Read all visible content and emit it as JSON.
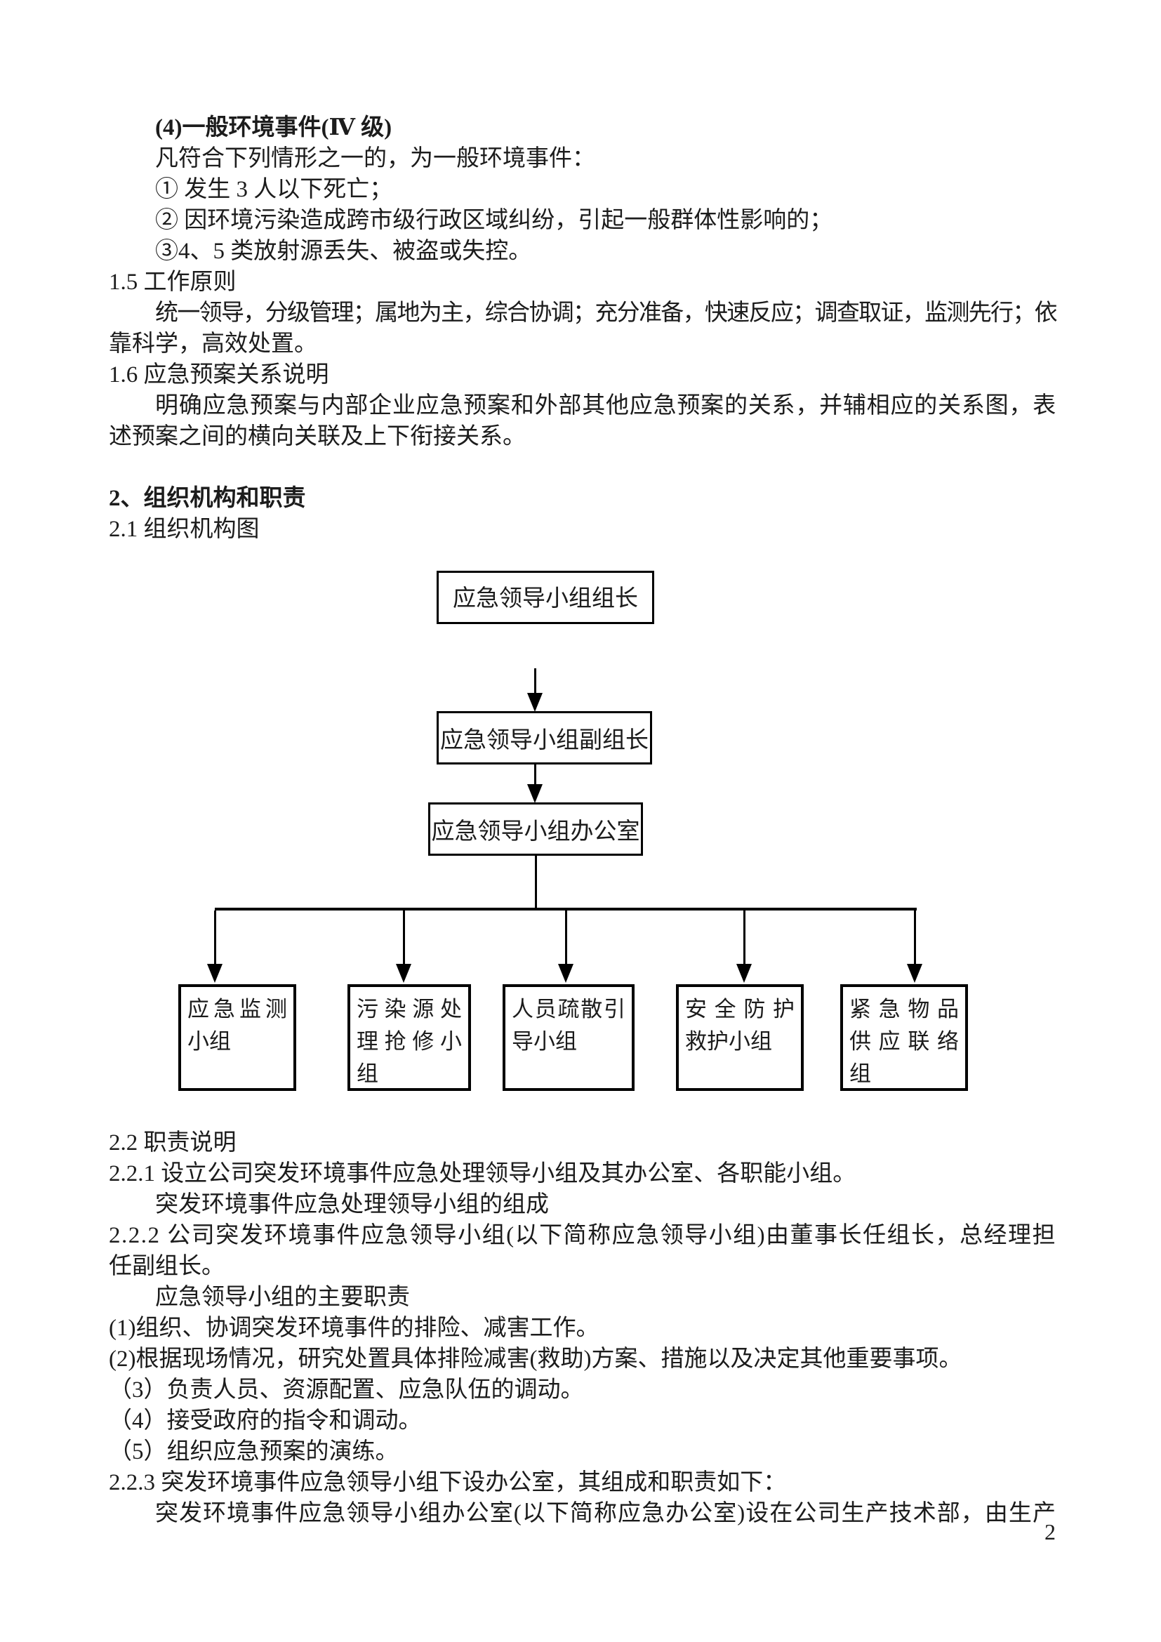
{
  "page": {
    "background": "#ffffff",
    "text_color": "#1c1c1c",
    "page_number": "2"
  },
  "text_top": {
    "lines": [
      {
        "text": "(4)一般环境事件(Ⅳ 级)",
        "cls": "indent bold"
      },
      {
        "text": "凡符合下列情形之一的，为一般环境事件：",
        "cls": "indent"
      },
      {
        "text": "① 发生 3 人以下死亡；",
        "cls": "indent"
      },
      {
        "text": "② 因环境污染造成跨市级行政区域纠纷，引起一般群体性影响的；",
        "cls": "indent"
      },
      {
        "text": "③4、5 类放射源丢失、被盗或失控。",
        "cls": "indent"
      },
      {
        "text": "1.5 工作原则",
        "cls": ""
      },
      {
        "text": "统一领导，分级管理；属地为主，综合协调；充分准备，快速反应；调查取证，监测先行；依",
        "cls": "indent fill"
      },
      {
        "text": "靠科学，高效处置。",
        "cls": ""
      },
      {
        "text": "1.6 应急预案关系说明",
        "cls": ""
      },
      {
        "text": "明确应急预案与内部企业应急预案和外部其他应急预案的关系，并辅相应的关系图，表",
        "cls": "indent fill"
      },
      {
        "text": "述预案之间的横向关联及上下衔接关系。",
        "cls": ""
      },
      {
        "text": "",
        "cls": "blank"
      },
      {
        "text": "2、组织机构和职责",
        "cls": "bold"
      },
      {
        "text": "2.1 组织机构图",
        "cls": ""
      }
    ]
  },
  "text_bottom": {
    "lines": [
      {
        "text": "2.2 职责说明",
        "cls": ""
      },
      {
        "text": "2.2.1 设立公司突发环境事件应急处理领导小组及其办公室、各职能小组。",
        "cls": ""
      },
      {
        "text": "突发环境事件应急处理领导小组的组成",
        "cls": "indent"
      },
      {
        "text": "2.2.2 公司突发环境事件应急领导小组(以下简称应急领导小组)由董事长任组长，总经理担",
        "cls": "fill"
      },
      {
        "text": "任副组长。",
        "cls": ""
      },
      {
        "text": "应急领导小组的主要职责",
        "cls": "indent"
      },
      {
        "text": "(1)组织、协调突发环境事件的排险、减害工作。",
        "cls": ""
      },
      {
        "text": "(2)根据现场情况，研究处置具体排险减害(救助)方案、措施以及决定其他重要事项。",
        "cls": ""
      },
      {
        "text": "（3）负责人员、资源配置、应急队伍的调动。",
        "cls": ""
      },
      {
        "text": "（4）接受政府的指令和调动。",
        "cls": ""
      },
      {
        "text": "（5）组织应急预案的演练。",
        "cls": ""
      },
      {
        "text": "2.2.3 突发环境事件应急领导小组下设办公室，其组成和职责如下：",
        "cls": ""
      },
      {
        "text": "突发环境事件应急领导小组办公室(以下简称应急办公室)设在公司生产技术部，由生产",
        "cls": "indent fill"
      }
    ]
  },
  "org_chart": {
    "top_boxes": [
      {
        "label": "应急领导小组组长"
      },
      {
        "label": "应急领导小组副组长"
      },
      {
        "label": "应急领导小组办公室"
      }
    ],
    "bottom_boxes": [
      {
        "lines": [
          {
            "text": "应急监测",
            "cls": "fit"
          },
          {
            "text": "小组",
            "cls": ""
          }
        ]
      },
      {
        "lines": [
          {
            "text": "污染源处",
            "cls": "fit"
          },
          {
            "text": "理抢修小",
            "cls": "fit"
          },
          {
            "text": "组",
            "cls": ""
          }
        ]
      },
      {
        "lines": [
          {
            "text": "人员疏散引",
            "cls": "fit"
          },
          {
            "text": "导小组",
            "cls": ""
          }
        ]
      },
      {
        "lines": [
          {
            "text": "安全防护",
            "cls": "fit"
          },
          {
            "text": "救护小组",
            "cls": ""
          }
        ]
      },
      {
        "lines": [
          {
            "text": "紧急物品",
            "cls": "fit"
          },
          {
            "text": "供应联络",
            "cls": "fit"
          },
          {
            "text": "组",
            "cls": ""
          }
        ]
      }
    ]
  }
}
